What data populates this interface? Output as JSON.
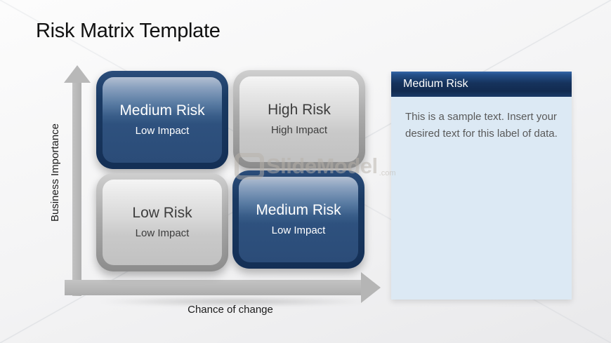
{
  "slide": {
    "title": "Risk Matrix Template"
  },
  "matrix": {
    "x_axis_label": "Chance of change",
    "y_axis_label": "Business Importance",
    "cells": [
      {
        "position": "top-left",
        "risk": "Medium Risk",
        "impact": "Low Impact",
        "variant": "blue"
      },
      {
        "position": "top-right",
        "risk": "High Risk",
        "impact": "High Impact",
        "variant": "gray"
      },
      {
        "position": "bottom-left",
        "risk": "Low Risk",
        "impact": "Low Impact",
        "variant": "gray"
      },
      {
        "position": "bottom-right",
        "risk": "Medium Risk",
        "impact": "Low Impact",
        "variant": "blue"
      }
    ]
  },
  "legend_panel": {
    "header": "Medium Risk",
    "body": "This is a sample text. Insert your desired text for this label of data."
  },
  "watermark": {
    "text": "SlideModel",
    "suffix": ".com"
  },
  "colors": {
    "blue_box_dark": "#17375e",
    "blue_box_mid": "#2d5079",
    "gray_box": "#c9c9c9",
    "panel_header_navy": "#16335d",
    "panel_body_blue": "#dce9f4",
    "arrow_gray": "#b5b5b5",
    "background": "#f3f3f4"
  }
}
